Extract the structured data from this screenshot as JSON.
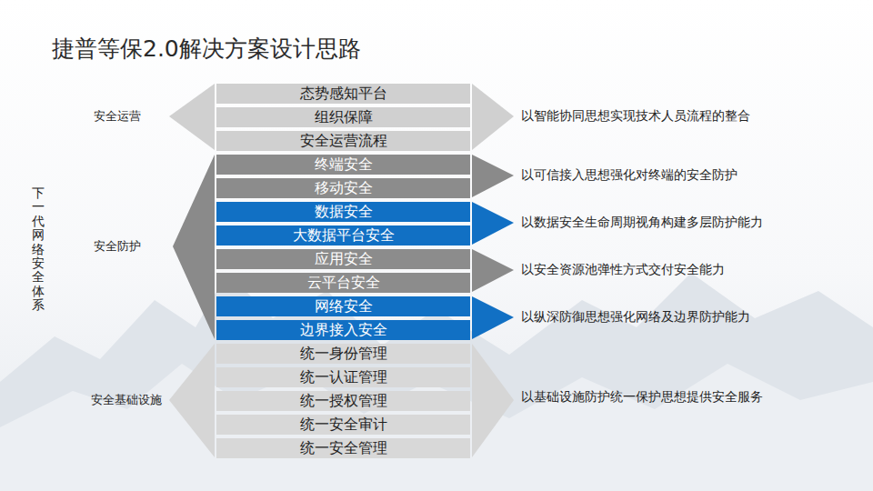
{
  "diagram": {
    "title": "捷普等保2.0解决方案设计思路",
    "nodes": [
      {
        "text": [
          "态势感知平台"
        ]
      },
      {
        "text": [
          "组织保障"
        ]
      },
      {
        "text": [
          "安全运营流程"
        ]
      },
      {
        "text": [
          "终端安全"
        ]
      },
      {
        "text": [
          "移动安全"
        ]
      },
      {
        "text": [
          "数据安全"
        ]
      },
      {
        "text": [
          "大数据平台安全"
        ]
      },
      {
        "text": [
          "应用安全"
        ]
      },
      {
        "text": [
          "云平台安全"
        ]
      },
      {
        "text": [
          "网络安全"
        ]
      },
      {
        "text": [
          "边界接入安全"
        ]
      },
      {
        "text": [
          "统一身份管理"
        ]
      },
      {
        "text": [
          "统一认证管理"
        ]
      },
      {
        "text": [
          "统一授权管理"
        ]
      },
      {
        "text": [
          "统一安全审计"
        ]
      },
      {
        "text": [
          "统一安全管理"
        ]
      }
    ],
    "labels": [
      "下一代网络安全体系",
      "安全运营",
      "以智能协同思想实现技术人员流程的整合",
      "安全防护",
      "以可信接入思想强化对终端的安全防护",
      "以数据安全生命周期视角构建多层防护能力",
      "以安全资源池弹性方式交付安全能力",
      "以纵深防御思想强化网络及边界防护能力",
      "安全基础设施",
      "以基础设施防护统一保护思想提供安全服务"
    ]
  }
}
